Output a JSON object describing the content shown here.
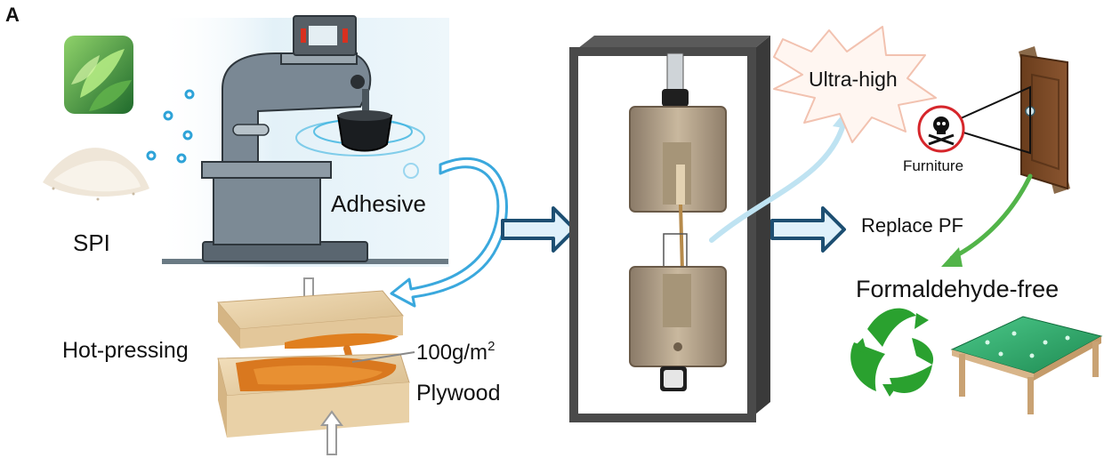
{
  "labels": {
    "panel_letter": "A",
    "spi": "SPI",
    "adhesive": "Adhesive",
    "hot_pressing": "Hot-pressing",
    "dose_value": "100g/m",
    "dose_exponent": "2",
    "plywood": "Plywood",
    "ultra_high": "Ultra-high",
    "furniture": "Furniture",
    "replace_pf": "Replace PF",
    "formaldehyde_free": "Formaldehyde-free"
  },
  "colors": {
    "flow_arrow": "#7fc8ea",
    "main_arrow": "#1d4f72",
    "recycle_green": "#2aa12f",
    "warning_red": "#d6262b",
    "machine_gray": "#6f7f8c",
    "frame_dark": "#4a4a4a",
    "adhesive_orange": "#d9781f",
    "wood_light": "#e8cfa2",
    "wood_dark": "#7a4a26"
  },
  "icons": [
    "leaf-icon",
    "powder-icon",
    "mixer-machine-icon",
    "bubbles-icon",
    "plywood-icon",
    "tensile-tester-icon",
    "explosion-icon",
    "skull-icon",
    "wood-door-icon",
    "recycle-icon",
    "table-icon"
  ]
}
